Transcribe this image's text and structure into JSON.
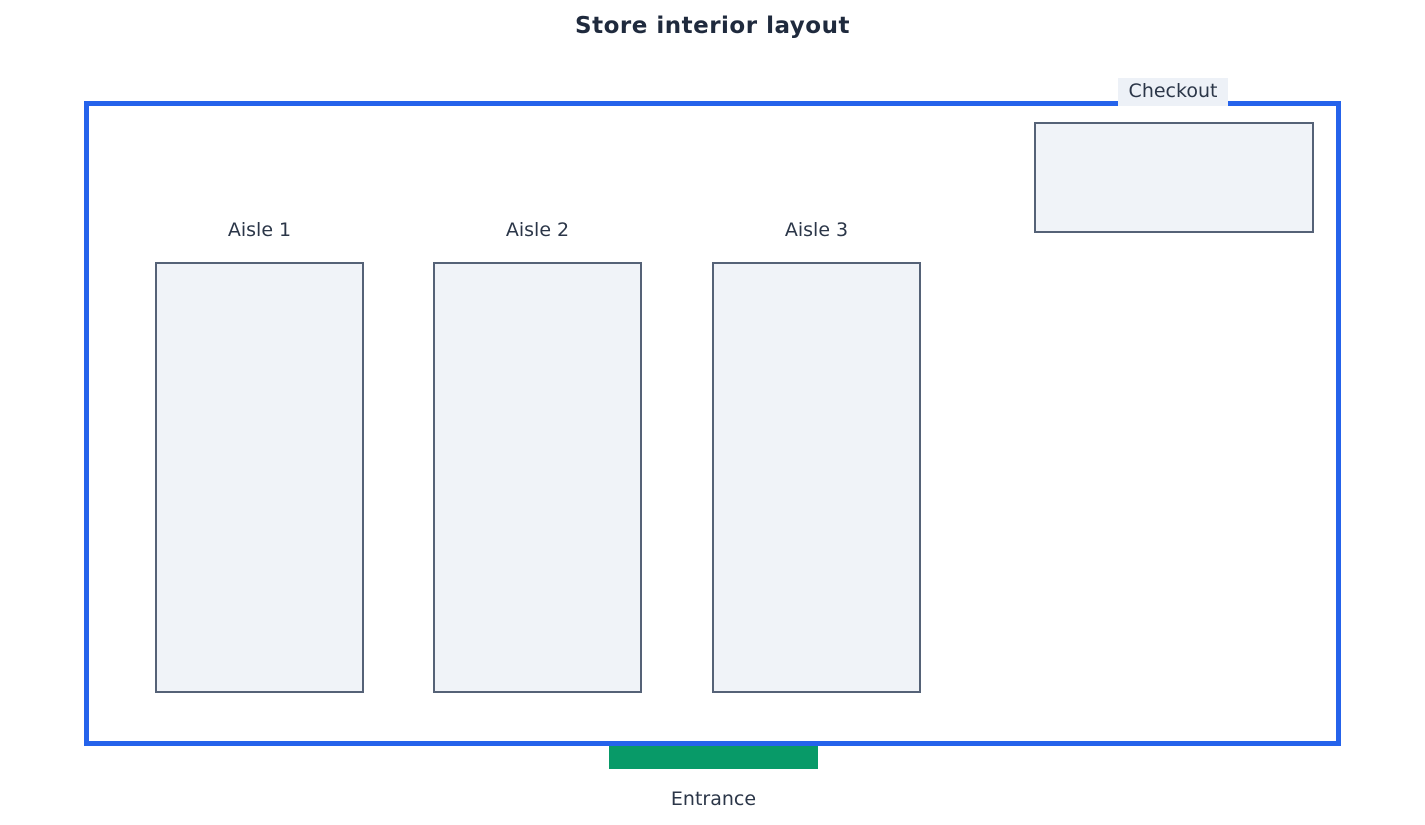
{
  "title": "Store interior layout",
  "store": {
    "border_color": "#2563eb"
  },
  "checkout": {
    "label": "Checkout",
    "fill_color": "#f0f3f8",
    "border_color": "#556277",
    "label_background": "#edf1f7"
  },
  "aisles": [
    {
      "label": "Aisle 1",
      "fill_color": "#f0f3f8",
      "border_color": "#556277"
    },
    {
      "label": "Aisle 2",
      "fill_color": "#f0f3f8",
      "border_color": "#556277"
    },
    {
      "label": "Aisle 3",
      "fill_color": "#f0f3f8",
      "border_color": "#556277"
    }
  ],
  "entrance": {
    "label": "Entrance",
    "color": "#089a68"
  },
  "colors": {
    "title_text": "#1f2a3d",
    "label_text": "#2b3648"
  }
}
